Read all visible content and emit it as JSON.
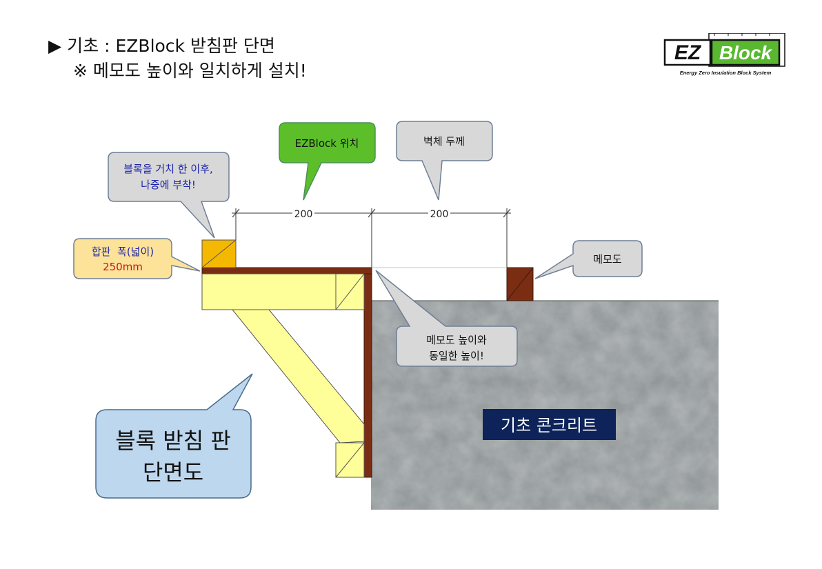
{
  "header": {
    "title": "▶ 기초 : EZBlock 받침판 단면",
    "subtitle": "※ 메모도 높이와 일치하게 설치!"
  },
  "logo": {
    "ez": "EZ",
    "block": "Block",
    "tagline": "Energy Zero Insulation Block System"
  },
  "callouts": {
    "ezblock_position": "EZBlock 위치",
    "wall_thickness": "벽체 두께",
    "attach_later_1": "블록을 거치 한 이후,",
    "attach_later_2": "나중에 부착!",
    "plywood_width_1": "합판  폭(넓이)",
    "plywood_width_2": "250mm",
    "memodo": "메모도",
    "same_height_1": "메모도 높이와",
    "same_height_2": "동일한 높이!",
    "section_title_1": "블록 받침 판",
    "section_title_2": "단면도"
  },
  "dimensions": {
    "left": "200",
    "right": "200"
  },
  "labels": {
    "concrete": "기초 콘크리트"
  },
  "colors": {
    "wood_yellow": "#ffff99",
    "plywood_brown": "#7b2d14",
    "orange_block": "#f5b800",
    "green_callout": "#5cbf2a",
    "gray_callout": "#d8d8d8",
    "blue_callout": "#bdd7ee",
    "peach_callout": "#fde29a",
    "concrete_label_bg": "#0d2359",
    "logo_green": "#59b830"
  }
}
